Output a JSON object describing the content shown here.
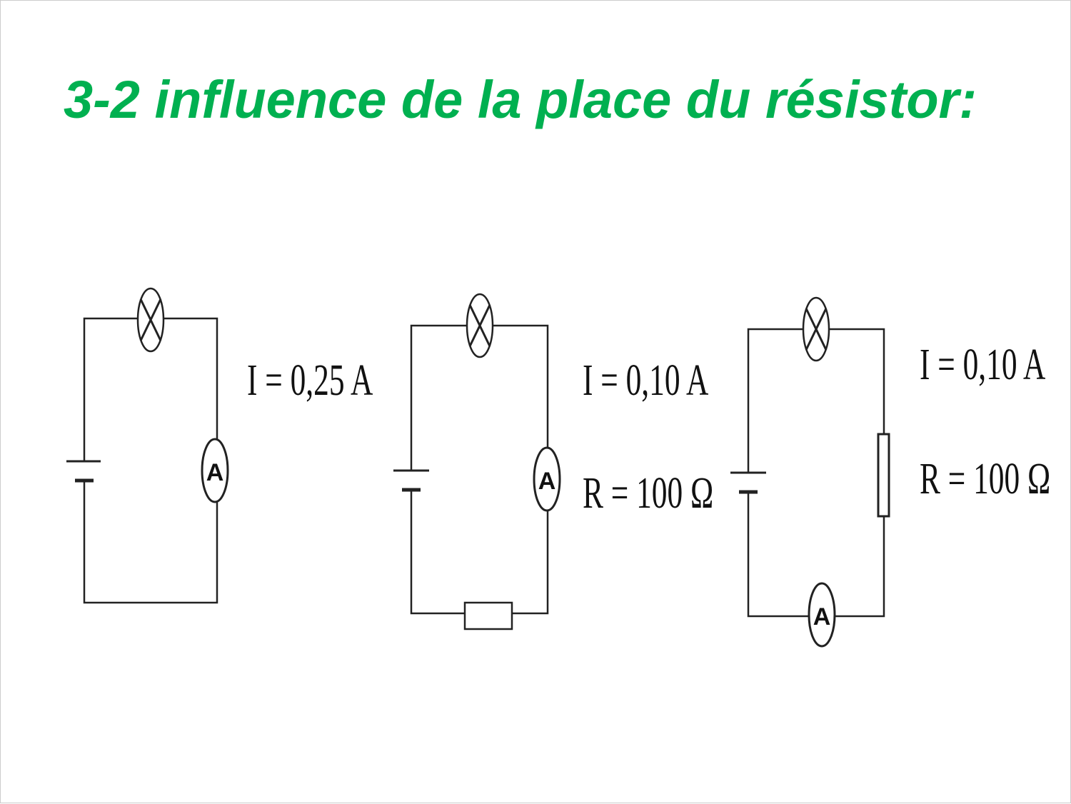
{
  "title": "3-2 influence de la place du résistor:",
  "title_color": "#00b050",
  "circuits": [
    {
      "current_label": "I = 0,25 A"
    },
    {
      "current_label": "I = 0,10 A",
      "resistance_label": "R = 100 Ω"
    },
    {
      "current_label": "I = 0,10 A",
      "resistance_label": "R = 100 Ω"
    }
  ],
  "ammeter_symbol": "A"
}
